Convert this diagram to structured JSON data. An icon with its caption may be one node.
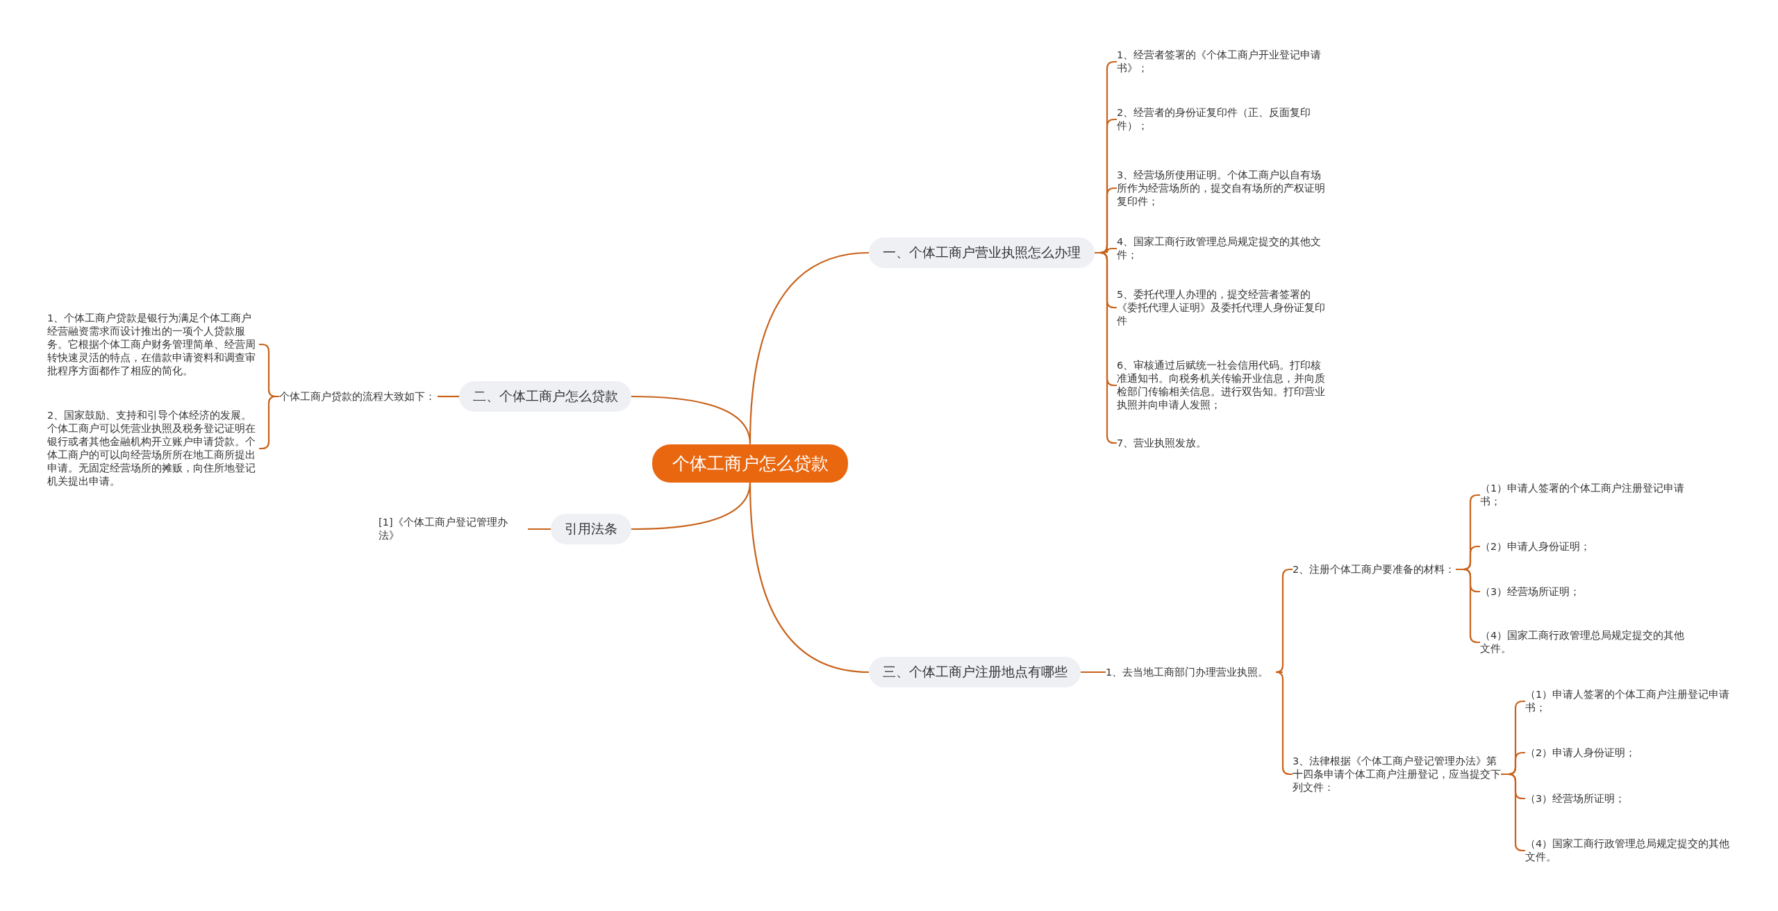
{
  "diagram": {
    "nodes": [
      {
        "text": [
          "个体工商户怎么贷款"
        ]
      },
      {
        "text": [
          "一、个体工商户营业执照怎么办理"
        ]
      },
      {
        "text": [
          "1、经营者签署的《个体工商户开业登记申请书》；"
        ]
      },
      {
        "text": [
          "2、经营者的身份证复印件（正、反面复印件）；"
        ]
      },
      {
        "text": [
          "3、经营场所使用证明。个体工商户以自有场所作为经营场所的，提交自有场所的产权证明复印件；"
        ]
      },
      {
        "text": [
          "4、国家工商行政管理总局规定提交的其他文件；"
        ]
      },
      {
        "text": [
          "5、委托代理人办理的，提交经营者签署的《委托代理人证明》及委托代理人身份证复印件"
        ]
      },
      {
        "text": [
          "6、审核通过后赋统一社会信用代码。打印核准通知书。向税务机关传输开业信息，并向质检部门传输相关信息。进行双告知。打印营业执照并向申请人发照；"
        ]
      },
      {
        "text": [
          "7、营业执照发放。"
        ]
      },
      {
        "text": [
          "二、个体工商户怎么贷款"
        ]
      },
      {
        "text": [
          "个体工商户贷款的流程大致如下："
        ]
      },
      {
        "text": [
          "1、个体工商户贷款是银行为满足个体工商户经营融资需求而设计推出的一项个人贷款服务。它根据个体工商户财务管理简单、经营周转快速灵活的特点，在借款申请资料和调查审批程序方面都作了相应的简化。"
        ]
      },
      {
        "text": [
          "2、国家鼓励、支持和引导个体经济的发展。个体工商户可以凭营业执照及税务登记证明在银行或者其他金融机构开立账户申请贷款。个体工商户的可以向经营场所所在地工商所提出申请。无固定经营场所的摊贩，向住所地登记机关提出申请。"
        ]
      },
      {
        "text": [
          "引用法条"
        ]
      },
      {
        "text": [
          "[1]《个体工商户登记管理办法》"
        ]
      },
      {
        "text": [
          "三、个体工商户注册地点有哪些"
        ]
      },
      {
        "text": [
          "1、去当地工商部门办理营业执照。"
        ]
      },
      {
        "text": [
          "2、注册个体工商户要准备的材料："
        ]
      },
      {
        "text": [
          "（1）申请人签署的个体工商户注册登记申请书；"
        ]
      },
      {
        "text": [
          "（2）申请人身份证明；"
        ]
      },
      {
        "text": [
          "（3）经营场所证明；"
        ]
      },
      {
        "text": [
          "（4）国家工商行政管理总局规定提交的其他文件。"
        ]
      },
      {
        "text": [
          "3、法律根据《个体工商户登记管理办法》第十四条申请个体工商户注册登记，应当提交下列文件："
        ]
      },
      {
        "text": [
          "（1）申请人签署的个体工商户注册登记申请书；"
        ]
      },
      {
        "text": [
          "（2）申请人身份证明；"
        ]
      },
      {
        "text": [
          "（3）经营场所证明；"
        ]
      },
      {
        "text": [
          "（4）国家工商行政管理总局规定提交的其他文件。"
        ]
      }
    ],
    "edges": [
      {
        "from": 0,
        "to": 1,
        "arrow": "none"
      },
      {
        "from": 1,
        "to": 2,
        "arrow": "none"
      },
      {
        "from": 1,
        "to": 3,
        "arrow": "none"
      },
      {
        "from": 1,
        "to": 4,
        "arrow": "none"
      },
      {
        "from": 1,
        "to": 5,
        "arrow": "none"
      },
      {
        "from": 1,
        "to": 6,
        "arrow": "none"
      },
      {
        "from": 1,
        "to": 7,
        "arrow": "none"
      },
      {
        "from": 1,
        "to": 8,
        "arrow": "none"
      },
      {
        "from": 0,
        "to": 9,
        "arrow": "none"
      },
      {
        "from": 9,
        "to": 10,
        "arrow": "none"
      },
      {
        "from": 10,
        "to": 11,
        "arrow": "none"
      },
      {
        "from": 10,
        "to": 12,
        "arrow": "none"
      },
      {
        "from": 0,
        "to": 13,
        "arrow": "none"
      },
      {
        "from": 13,
        "to": 14,
        "arrow": "none"
      },
      {
        "from": 0,
        "to": 15,
        "arrow": "none"
      },
      {
        "from": 15,
        "to": 16,
        "arrow": "none"
      },
      {
        "from": 16,
        "to": 17,
        "arrow": "none"
      },
      {
        "from": 17,
        "to": 18,
        "arrow": "none"
      },
      {
        "from": 17,
        "to": 19,
        "arrow": "none"
      },
      {
        "from": 17,
        "to": 20,
        "arrow": "none"
      },
      {
        "from": 17,
        "to": 21,
        "arrow": "none"
      },
      {
        "from": 16,
        "to": 22,
        "arrow": "none"
      },
      {
        "from": 22,
        "to": 23,
        "arrow": "none"
      },
      {
        "from": 22,
        "to": 24,
        "arrow": "none"
      },
      {
        "from": 22,
        "to": 25,
        "arrow": "none"
      },
      {
        "from": 22,
        "to": 26,
        "arrow": "none"
      }
    ]
  }
}
